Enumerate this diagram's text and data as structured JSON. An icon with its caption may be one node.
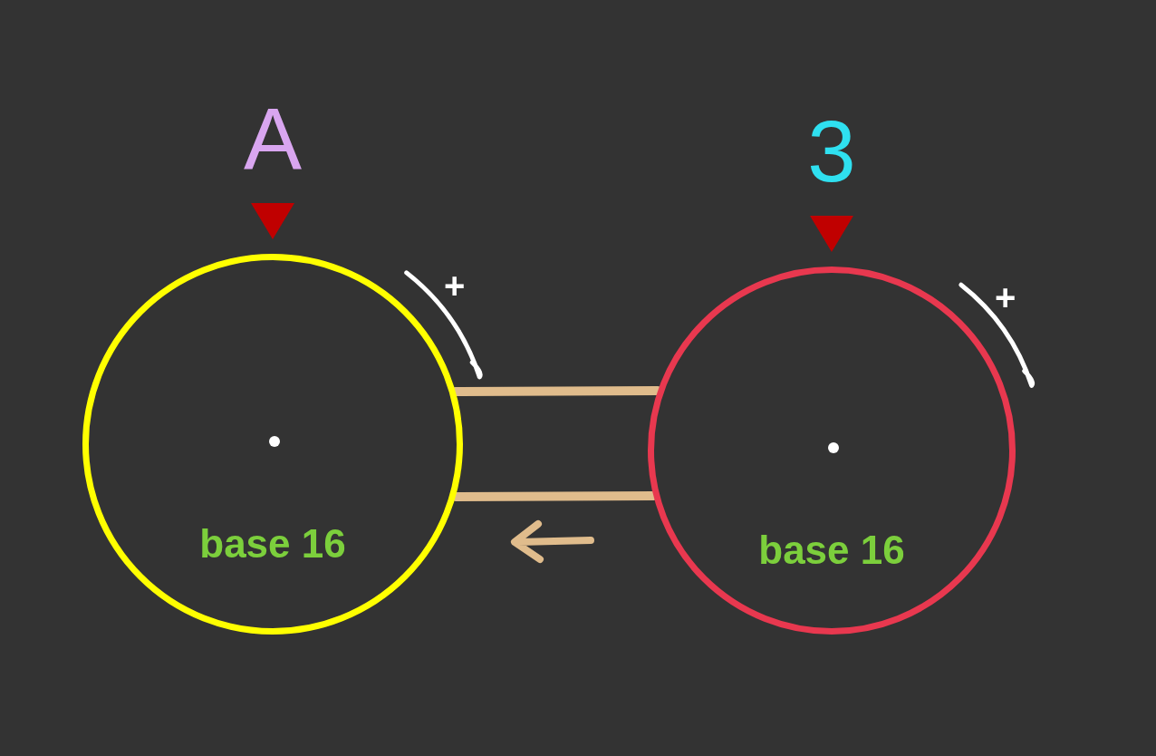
{
  "diagram": {
    "nodes": [
      {
        "text": [
          "base 16"
        ],
        "beside": [
          "A"
        ]
      },
      {
        "text": [
          "base 16"
        ],
        "beside": [
          "3"
        ]
      }
    ],
    "edges": [
      {
        "from": 0,
        "to": 1,
        "arrow": "none"
      },
      {
        "from": 0,
        "to": 1,
        "arrow": "none"
      }
    ],
    "labels": [
      "+",
      "+"
    ]
  }
}
